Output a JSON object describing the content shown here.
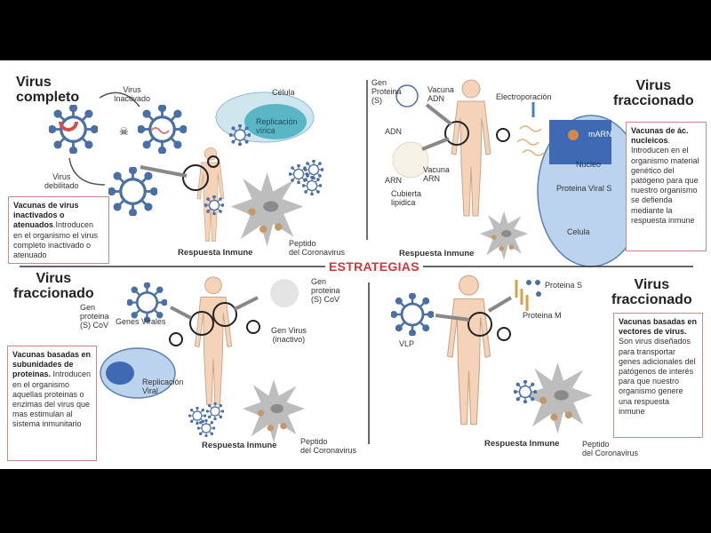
{
  "center_label": "ESTRATEGIAS",
  "q1": {
    "title_1": "Virus",
    "title_2": "completo",
    "inactivado_1": "Virus",
    "inactivado_2": "Inactivado",
    "celula": "Célula",
    "replicacion_1": "Replicación",
    "replicacion_2": "vírica",
    "debilitado_1": "Virus",
    "debilitado_2": "debilitado",
    "box_bold": "Vacunas de virus inactivados o atenuados",
    "box_text": ".Introducen en el organismo el virus completo inactivado o atenuado",
    "respuesta": "Respuesta Inmune",
    "peptido_1": "Peptido",
    "peptido_2": "del Coronavirus"
  },
  "q2": {
    "title_1": "Virus",
    "title_2": "fraccionado",
    "gen_1": "Gen",
    "gen_2": "Proteina",
    "gen_3": "(S)",
    "vacuna_adn_1": "Vacuna",
    "vacuna_adn_2": "ADN",
    "adn": "ADN",
    "electroporacion": "Electroporación",
    "marn": "mARN",
    "nucleo": "Nucleo",
    "proteina_viral": "Proteina Viral S",
    "celula": "Celula",
    "arn": "ARN",
    "vacuna_arn_1": "Vacuna",
    "vacuna_arn_2": "ARN",
    "cubierta_1": "Cubierta",
    "cubierta_2": "lipidica",
    "box_bold": "Vacunas de ác. nucleicos",
    "box_text": ". Introducen en el organismo material genético del patógeno para que nuestro organismo se defienda mediante la respuesta inmune",
    "respuesta": "Respuesta Inmune"
  },
  "q3": {
    "title_1": "Virus",
    "title_2": "fraccionado",
    "gen_1": "Gen",
    "gen_2": "proteina",
    "gen_3": "(S) CoV",
    "genes_virales": "Genes Virales",
    "gen_right_1": "Gen",
    "gen_right_2": "proteina",
    "gen_right_3": "(S) CoV",
    "gen_virus_1": "Gen Virus",
    "gen_virus_2": "(inactivo)",
    "replicacion_1": "Replicación",
    "replicacion_2": "Viral",
    "box_bold": "Vacunas basadas en subunidades de proteinas.",
    "box_text": " Introducen en el organismo aquellas proteinas o enzimas del virus que mas estimulan al sistema inmunitario",
    "respuesta": "Respuesta Inmune",
    "peptido_1": "Peptido",
    "peptido_2": "del Coronavirus"
  },
  "q4": {
    "title_1": "Virus",
    "title_2": "fraccionado",
    "proteina_s": "Proteina S",
    "proteina_m": "Proteina M",
    "vlp": "VLP",
    "box_bold": "Vacunas basadas en vectores de virus.",
    "box_text": " Son virus diseñados para transportar genes adicionales del patógenos de interés para que nuestro organismo genere una respuesta inmune",
    "respuesta": "Respuesta Inmune",
    "peptido_1": "Peptido",
    "peptido_2": "del Coronavirus"
  }
}
